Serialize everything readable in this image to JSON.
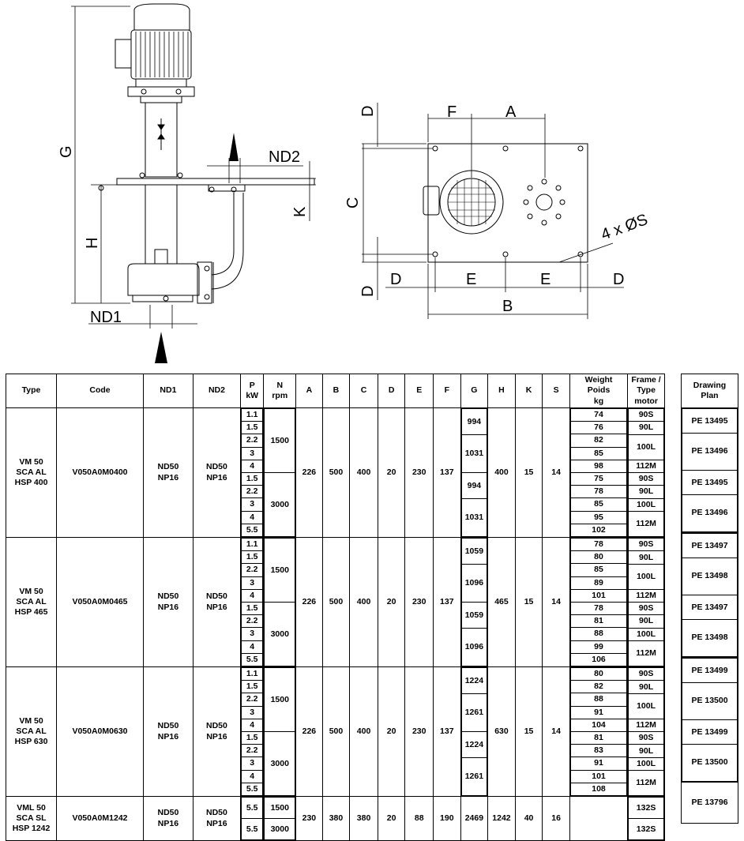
{
  "drawing": {
    "labels": {
      "G": "G",
      "H": "H",
      "ND1": "ND1",
      "ND2": "ND2",
      "K": "K",
      "A": "A",
      "F": "F",
      "C": "C",
      "D": "D",
      "E": "E",
      "B": "B",
      "holes": "4 x ØS"
    }
  },
  "table": {
    "headers": {
      "type": "Type",
      "code": "Code",
      "nd1": "ND1",
      "nd2": "ND2",
      "p": "P\nkW",
      "n": "N\nrpm",
      "a": "A",
      "b": "B",
      "c": "C",
      "d": "D",
      "e": "E",
      "f": "F",
      "g": "G",
      "h": "H",
      "k": "K",
      "s": "S",
      "weight": "Weight\nPoids\nkg",
      "frame": "Frame /\nType\nmotor",
      "plan": "Drawing\nPlan"
    },
    "groups": [
      {
        "type": "VM 50\nSCA AL\nHSP 400",
        "code": "V050A0M0400",
        "nd1": "ND50\nNP16",
        "nd2": "ND50\nNP16",
        "p": [
          "1.1",
          "1.5",
          "2.2",
          "3",
          "4",
          "1.5",
          "2.2",
          "3",
          "4",
          "5.5"
        ],
        "n": [
          "1500",
          "3000"
        ],
        "a": "226",
        "b": "500",
        "c": "400",
        "d": "20",
        "e": "230",
        "f": "137",
        "g": [
          "994",
          "1031",
          "994",
          "1031"
        ],
        "h": "400",
        "k": "15",
        "s": "14",
        "weight": [
          "74",
          "76",
          "82",
          "85",
          "98",
          "75",
          "78",
          "85",
          "95",
          "102"
        ],
        "frame": [
          "90S",
          "90L",
          "100L",
          "112M",
          "90S",
          "90L",
          "100L",
          "112M"
        ],
        "plan": [
          "PE 13495",
          "PE 13496",
          "PE 13495",
          "PE 13496"
        ]
      },
      {
        "type": "VM 50\nSCA AL\nHSP 465",
        "code": "V050A0M0465",
        "nd1": "ND50\nNP16",
        "nd2": "ND50\nNP16",
        "p": [
          "1.1",
          "1.5",
          "2.2",
          "3",
          "4",
          "1.5",
          "2.2",
          "3",
          "4",
          "5.5"
        ],
        "n": [
          "1500",
          "3000"
        ],
        "a": "226",
        "b": "500",
        "c": "400",
        "d": "20",
        "e": "230",
        "f": "137",
        "g": [
          "1059",
          "1096",
          "1059",
          "1096"
        ],
        "h": "465",
        "k": "15",
        "s": "14",
        "weight": [
          "78",
          "80",
          "85",
          "89",
          "101",
          "78",
          "81",
          "88",
          "99",
          "106"
        ],
        "frame": [
          "90S",
          "90L",
          "100L",
          "112M",
          "90S",
          "90L",
          "100L",
          "112M"
        ],
        "plan": [
          "PE 13497",
          "PE 13498",
          "PE 13497",
          "PE 13498"
        ]
      },
      {
        "type": "VM 50\nSCA AL\nHSP 630",
        "code": "V050A0M0630",
        "nd1": "ND50\nNP16",
        "nd2": "ND50\nNP16",
        "p": [
          "1.1",
          "1.5",
          "2.2",
          "3",
          "4",
          "1.5",
          "2.2",
          "3",
          "4",
          "5.5"
        ],
        "n": [
          "1500",
          "3000"
        ],
        "a": "226",
        "b": "500",
        "c": "400",
        "d": "20",
        "e": "230",
        "f": "137",
        "g": [
          "1224",
          "1261",
          "1224",
          "1261"
        ],
        "h": "630",
        "k": "15",
        "s": "14",
        "weight": [
          "80",
          "82",
          "88",
          "91",
          "104",
          "81",
          "83",
          "91",
          "101",
          "108"
        ],
        "frame": [
          "90S",
          "90L",
          "100L",
          "112M",
          "90S",
          "90L",
          "100L",
          "112M"
        ],
        "plan": [
          "PE 13499",
          "PE 13500",
          "PE 13499",
          "PE 13500"
        ]
      }
    ],
    "last": {
      "type": "VML 50\nSCA SL\nHSP 1242",
      "code": "V050A0M1242",
      "nd1": "ND50\nNP16",
      "nd2": "ND50\nNP16",
      "p": [
        "5.5",
        "5.5"
      ],
      "n": [
        "1500",
        "3000"
      ],
      "a": "230",
      "b": "380",
      "c": "380",
      "d": "20",
      "e": "88",
      "f": "190",
      "g": "2469",
      "h": "1242",
      "k": "40",
      "s": "16",
      "weight": "",
      "frame": [
        "132S",
        "132S"
      ],
      "plan": "PE 13796"
    }
  }
}
